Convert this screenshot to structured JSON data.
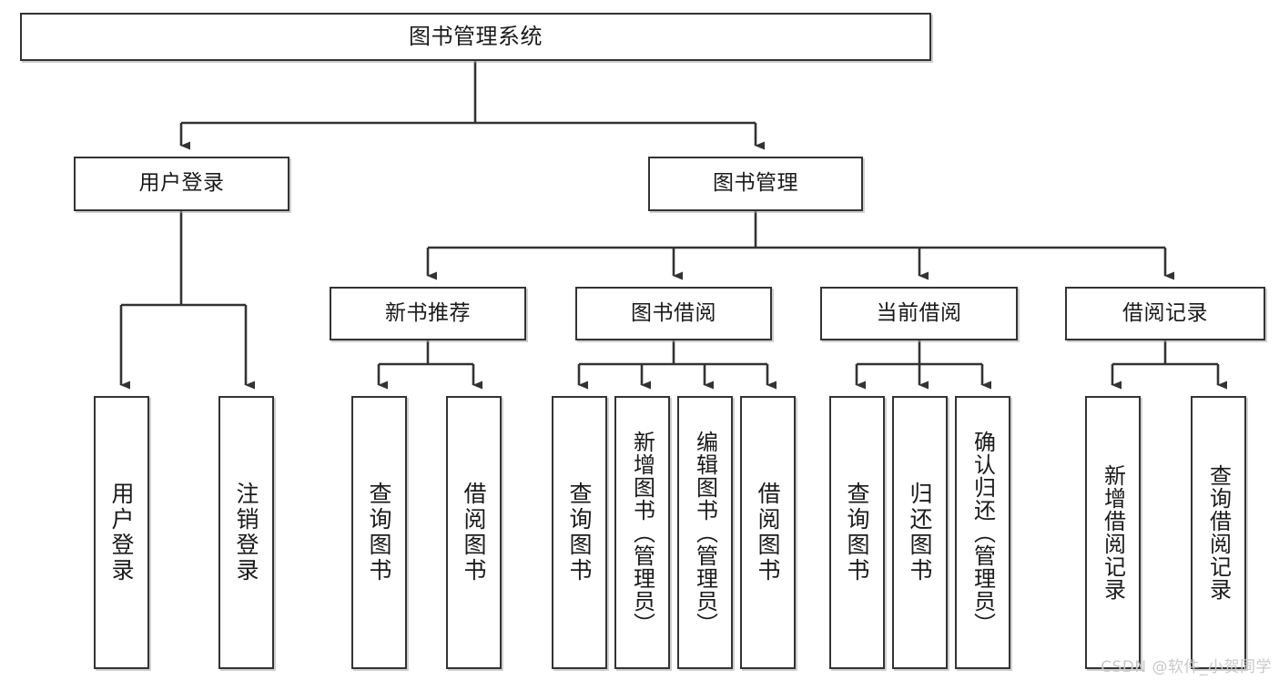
{
  "diagram": {
    "title": "图书管理系统",
    "watermark": "CSDN @软件_小贺同学",
    "colors": {
      "stroke": "#333333",
      "box_fill": "#ffffff",
      "text": "#1a1a1a",
      "watermark": "#c9c9c9",
      "shadow": "#aaaaaa"
    },
    "root": {
      "label": "图书管理系统"
    },
    "level2": [
      {
        "label": "用户登录"
      },
      {
        "label": "图书管理"
      }
    ],
    "level3": [
      {
        "label": "新书推荐"
      },
      {
        "label": "图书借阅"
      },
      {
        "label": "当前借阅"
      },
      {
        "label": "借阅记录"
      }
    ],
    "leaves": {
      "user_login": [
        {
          "label": "用户登录"
        },
        {
          "label": "注销登录"
        }
      ],
      "new_book_recommend": [
        {
          "label": "查询图书"
        },
        {
          "label": "借阅图书"
        }
      ],
      "book_borrow": [
        {
          "label": "查询图书"
        },
        {
          "label": "新增图书（管理员）"
        },
        {
          "label": "编辑图书（管理员）"
        },
        {
          "label": "借阅图书"
        }
      ],
      "current_borrow": [
        {
          "label": "查询图书"
        },
        {
          "label": "归还图书"
        },
        {
          "label": "确认归还（管理员）"
        }
      ],
      "borrow_record": [
        {
          "label": "新增借阅记录"
        },
        {
          "label": "查询借阅记录"
        }
      ]
    }
  }
}
